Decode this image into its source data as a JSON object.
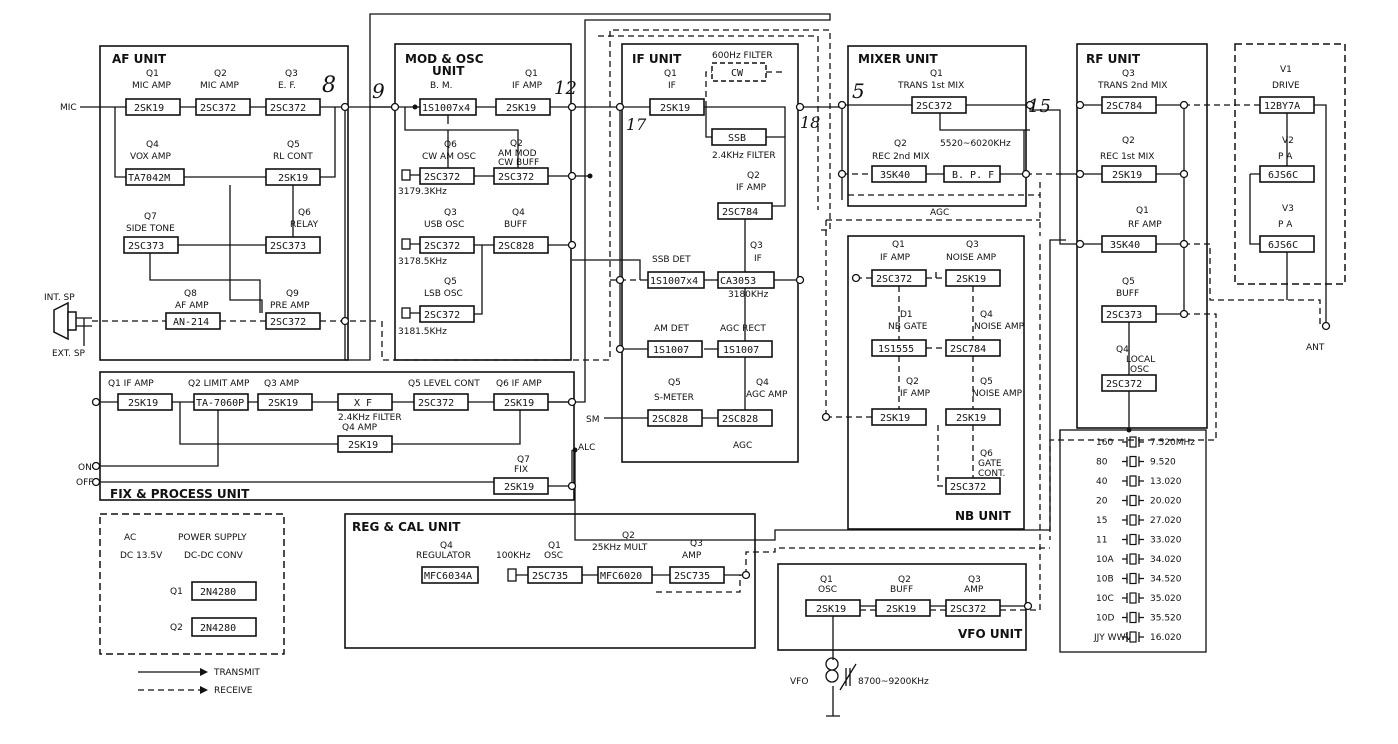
{
  "units": {
    "af": "AF UNIT",
    "mod": "MOD & OSC",
    "mod2": "UNIT",
    "if": "IF UNIT",
    "mixer": "MIXER UNIT",
    "rf": "RF UNIT",
    "nb": "NB UNIT",
    "fix": "FIX & PROCESS UNIT",
    "reg": "REG & CAL UNIT",
    "vfo": "VFO UNIT"
  },
  "af": {
    "q1_label": "Q1",
    "q1_fn": "MIC AMP",
    "q1": "2SK19",
    "q2_label": "Q2",
    "q2_fn": "MIC AMP",
    "q2": "2SC372",
    "q3_label": "Q3",
    "q3_fn": "E. F.",
    "q3": "2SC372",
    "q4_label": "Q4",
    "q4_fn": "VOX AMP",
    "q4": "TA7042M",
    "q5_label": "Q5",
    "q5_fn": "RL CONT",
    "q5": "2SK19",
    "q6_label": "Q6",
    "q6_fn": "RELAY",
    "q6": "2SC373",
    "q7_label": "Q7",
    "q7_fn": "SIDE TONE",
    "q7": "2SC373",
    "q8_label": "Q8",
    "q8_fn": "AF AMP",
    "q8": "AN-214",
    "q9_label": "Q9",
    "q9_fn": "PRE AMP",
    "q9": "2SC372"
  },
  "mod": {
    "bm_fn": "B. M.",
    "bm": "1S1007x4",
    "q1_label": "Q1",
    "q1_fn": "IF AMP",
    "q1": "2SK19",
    "q6_label": "Q6",
    "q6_fn": "CW AM OSC",
    "q6": "2SC372",
    "q2_label": "Q2",
    "q2_fn": "AM MOD",
    "q2_fn2": "CW BUFF",
    "q2": "2SC372",
    "xtal_cw": "3179.3KHz",
    "q3_label": "Q3",
    "q3_fn": "USB OSC",
    "q3": "2SC372",
    "q4_label": "Q4",
    "q4_fn": "BUFF",
    "q4": "2SC828",
    "xtal_usb": "3178.5KHz",
    "q5_label": "Q5",
    "q5_fn": "LSB OSC",
    "q5": "2SC372",
    "xtal_lsb": "3181.5KHz"
  },
  "ifu": {
    "q1_label": "Q1",
    "q1_fn": "IF",
    "q1": "2SK19",
    "filter600_fn": "600Hz FILTER",
    "filter600": "CW",
    "ssb": "SSB",
    "ssb_fn": "2.4KHz FILTER",
    "q2_label": "Q2",
    "q2_fn": "IF AMP",
    "q2": "2SC784",
    "q3_label": "Q3",
    "q3_fn": "IF",
    "q3": "CA3053",
    "q3_freq": "3180KHz",
    "ssbdet_fn": "SSB DET",
    "ssbdet": "1S1007x4",
    "amdet_fn": "AM DET",
    "amdet": "1S1007",
    "agcrect_fn": "AGC RECT",
    "agcrect": "1S1007",
    "q5_label": "Q5",
    "q5_fn": "S-METER",
    "q5": "2SC828",
    "q4_label": "Q4",
    "q4_fn": "AGC AMP",
    "q4": "2SC828",
    "agc": "AGC",
    "sm": "SM"
  },
  "mixer": {
    "q1_label": "Q1",
    "q1_fn": "TRANS 1st MIX",
    "q1": "2SC372",
    "q2_label": "Q2",
    "q2_fn": "REC 2nd MIX",
    "q2": "3SK40",
    "bpf_fn": "5520~6020KHz",
    "bpf": "B. P. F",
    "agc": "AGC"
  },
  "rf": {
    "q3_label": "Q3",
    "q3_fn": "TRANS 2nd MIX",
    "q3": "2SC784",
    "q2_label": "Q2",
    "q2_fn": "REC 1st MIX",
    "q2": "2SK19",
    "q1_label": "Q1",
    "q1_fn": "RF AMP",
    "q1": "3SK40",
    "q5_label": "Q5",
    "q5_fn": "BUFF",
    "q5": "2SC373",
    "q4_label": "Q4",
    "q4_fn": "LOCAL",
    "q4_fn2": "OSC",
    "q4": "2SC372"
  },
  "final": {
    "v1_label": "V1",
    "v1_fn": "DRIVE",
    "v1": "12BY7A",
    "v2_label": "V2",
    "v2_fn": "P A",
    "v2": "6JS6C",
    "v3_label": "V3",
    "v3_fn": "P A",
    "v3": "6JS6C",
    "ant": "ANT"
  },
  "nb": {
    "q1_label": "Q1",
    "q1_fn": "IF AMP",
    "q1": "2SC372",
    "q3_label": "Q3",
    "q3_fn": "NOISE AMP",
    "q3": "2SK19",
    "d1_label": "D1",
    "d1_fn": "NB GATE",
    "d1": "1S1555",
    "q4_label": "Q4",
    "q4_fn": "NOISE AMP",
    "q4": "2SC784",
    "q2_label": "Q2",
    "q2_fn": "IF AMP",
    "q2": "2SK19",
    "q5_label": "Q5",
    "q5_fn": "NOISE AMP",
    "q5": "2SK19",
    "q6_label": "Q6",
    "q6_fn": "GATE",
    "q6_fn2": "CONT.",
    "q6": "2SC372"
  },
  "fix": {
    "q1_fn": "Q1 IF AMP",
    "q1": "2SK19",
    "q2_fn": "Q2 LIMIT AMP",
    "q2": "TA-7060P",
    "q3_fn": "Q3 AMP",
    "q3": "2SK19",
    "xf": "X F",
    "xf_fn": "2.4KHz FILTER",
    "q5_fn": "Q5 LEVEL CONT",
    "q5": "2SC372",
    "q6_fn": "Q6 IF AMP",
    "q6": "2SK19",
    "q4_fn": "Q4 AMP",
    "q4": "2SK19",
    "q7_label": "Q7",
    "q7_fn": "FIX",
    "q7": "2SK19",
    "alc": "ALC",
    "on": "ON",
    "off": "OFF"
  },
  "power": {
    "ac": "AC",
    "dc": "DC 13.5V",
    "title": "POWER SUPPLY",
    "conv": "DC-DC CONV",
    "q1_label": "Q1",
    "q1": "2N4280",
    "q2_label": "Q2",
    "q2": "2N4280"
  },
  "reg": {
    "q4_label": "Q4",
    "q4_fn": "REGULATOR",
    "q4": "MFC6034A",
    "xtal": "100KHz",
    "q1_label": "Q1",
    "q1_fn": "OSC",
    "q1": "2SC735",
    "q2_label": "Q2",
    "q2_fn": "25KHz MULT",
    "q2": "MFC6020",
    "q3_label": "Q3",
    "q3_fn": "AMP",
    "q3": "2SC735"
  },
  "vfo": {
    "q1_label": "Q1",
    "q1_fn": "OSC",
    "q1": "2SK19",
    "q2_label": "Q2",
    "q2_fn": "BUFF",
    "q2": "2SK19",
    "q3_label": "Q3",
    "q3_fn": "AMP",
    "q3": "2SC372",
    "vfo_label": "VFO",
    "range": "8700~9200KHz"
  },
  "io": {
    "mic": "MIC",
    "int_sp": "INT. SP",
    "ext_sp": "EXT. SP"
  },
  "crystals": [
    {
      "band": "160",
      "freq": "7.520MHz"
    },
    {
      "band": "80",
      "freq": "9.520"
    },
    {
      "band": "40",
      "freq": "13.020"
    },
    {
      "band": "20",
      "freq": "20.020"
    },
    {
      "band": "15",
      "freq": "27.020"
    },
    {
      "band": "11",
      "freq": "33.020"
    },
    {
      "band": "10A",
      "freq": "34.020"
    },
    {
      "band": "10B",
      "freq": "34.520"
    },
    {
      "band": "10C",
      "freq": "35.020"
    },
    {
      "band": "10D",
      "freq": "35.520"
    },
    {
      "band": "JJY WWV",
      "freq": "16.020"
    }
  ],
  "legend": {
    "transmit": "TRANSMIT",
    "receive": "RECEIVE"
  },
  "annotations": {
    "a8": "8",
    "a9": "9",
    "a12": "12",
    "a5": "5",
    "a15": "15",
    "a17": "17",
    "a18": "18"
  }
}
